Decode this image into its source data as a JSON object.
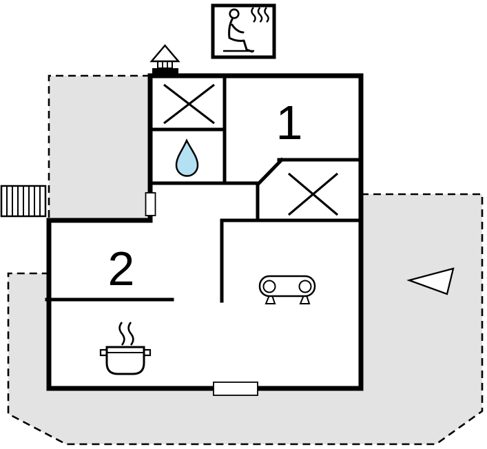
{
  "rooms": [
    {
      "id": "room-1",
      "label": "1"
    },
    {
      "id": "room-2",
      "label": "2"
    }
  ],
  "colors": {
    "background": "#ffffff",
    "wall": "#000000",
    "terrace_fill": "#e3e3e3",
    "water_drop_fill": "#b3e1f2",
    "shape_fill": "#ffffff"
  },
  "icons": {
    "sauna_symbol": "sauna-symbol",
    "sauna_person": "sauna-person-icon",
    "heat_waves": "heat-waves-icon",
    "chimney": "chimney-icon",
    "x_mark_top_room": "x-mark-icon",
    "x_mark_mid_room": "x-mark-icon",
    "water_drop": "water-drop-icon",
    "sofa": "sofa-icon",
    "cooking_pot": "cooking-pot-icon",
    "stairs": "stairs-icon",
    "direction_arrow": "triangle-arrow-icon",
    "door_left": "door-opening",
    "door_bottom": "door-opening"
  }
}
